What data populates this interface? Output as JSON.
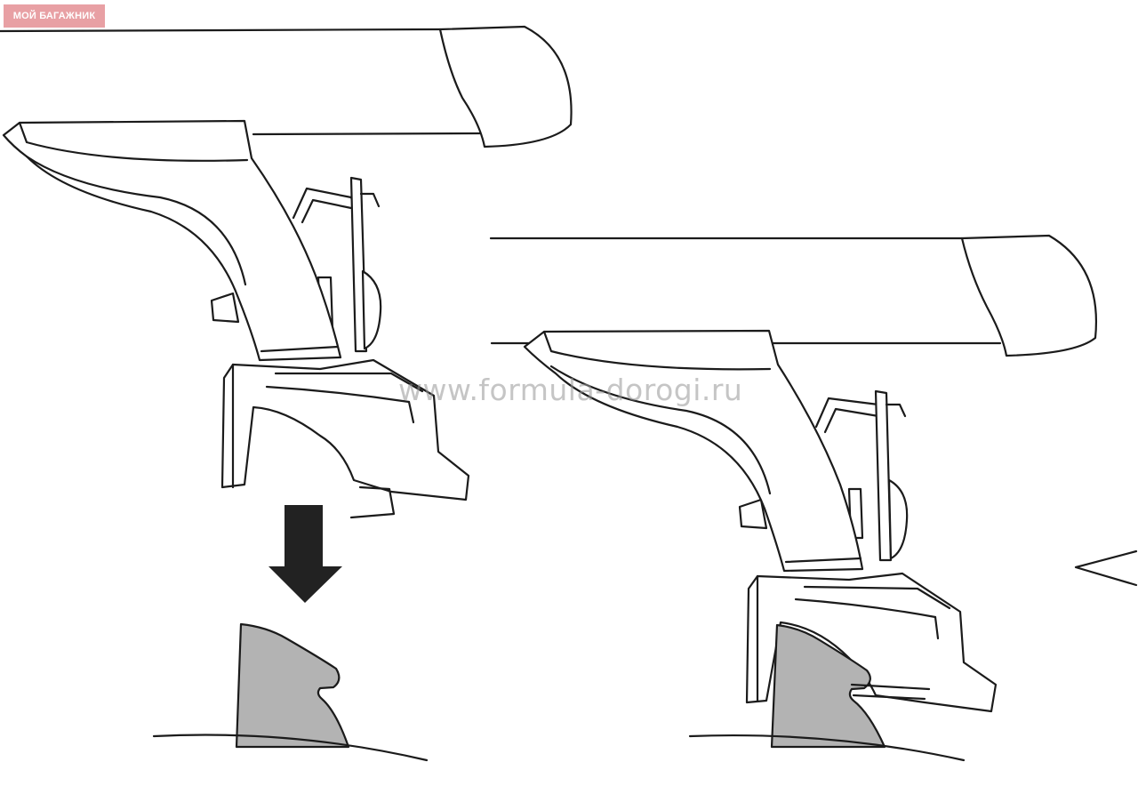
{
  "badge": {
    "text": "МОЙ БАГАЖНИК",
    "background": "#e8a0a4"
  },
  "watermark": {
    "text": "www.formula-dorogi.ru"
  },
  "colors": {
    "line": "#1b1b1b",
    "roof_rail": "#b3b3b3",
    "arrow": "#222222"
  },
  "steps": [
    {
      "name": "foot-above-rail",
      "arrow": "down-arrow-icon"
    },
    {
      "name": "foot-mounted-on-rail",
      "arrow": "left-arrow-icon"
    }
  ]
}
